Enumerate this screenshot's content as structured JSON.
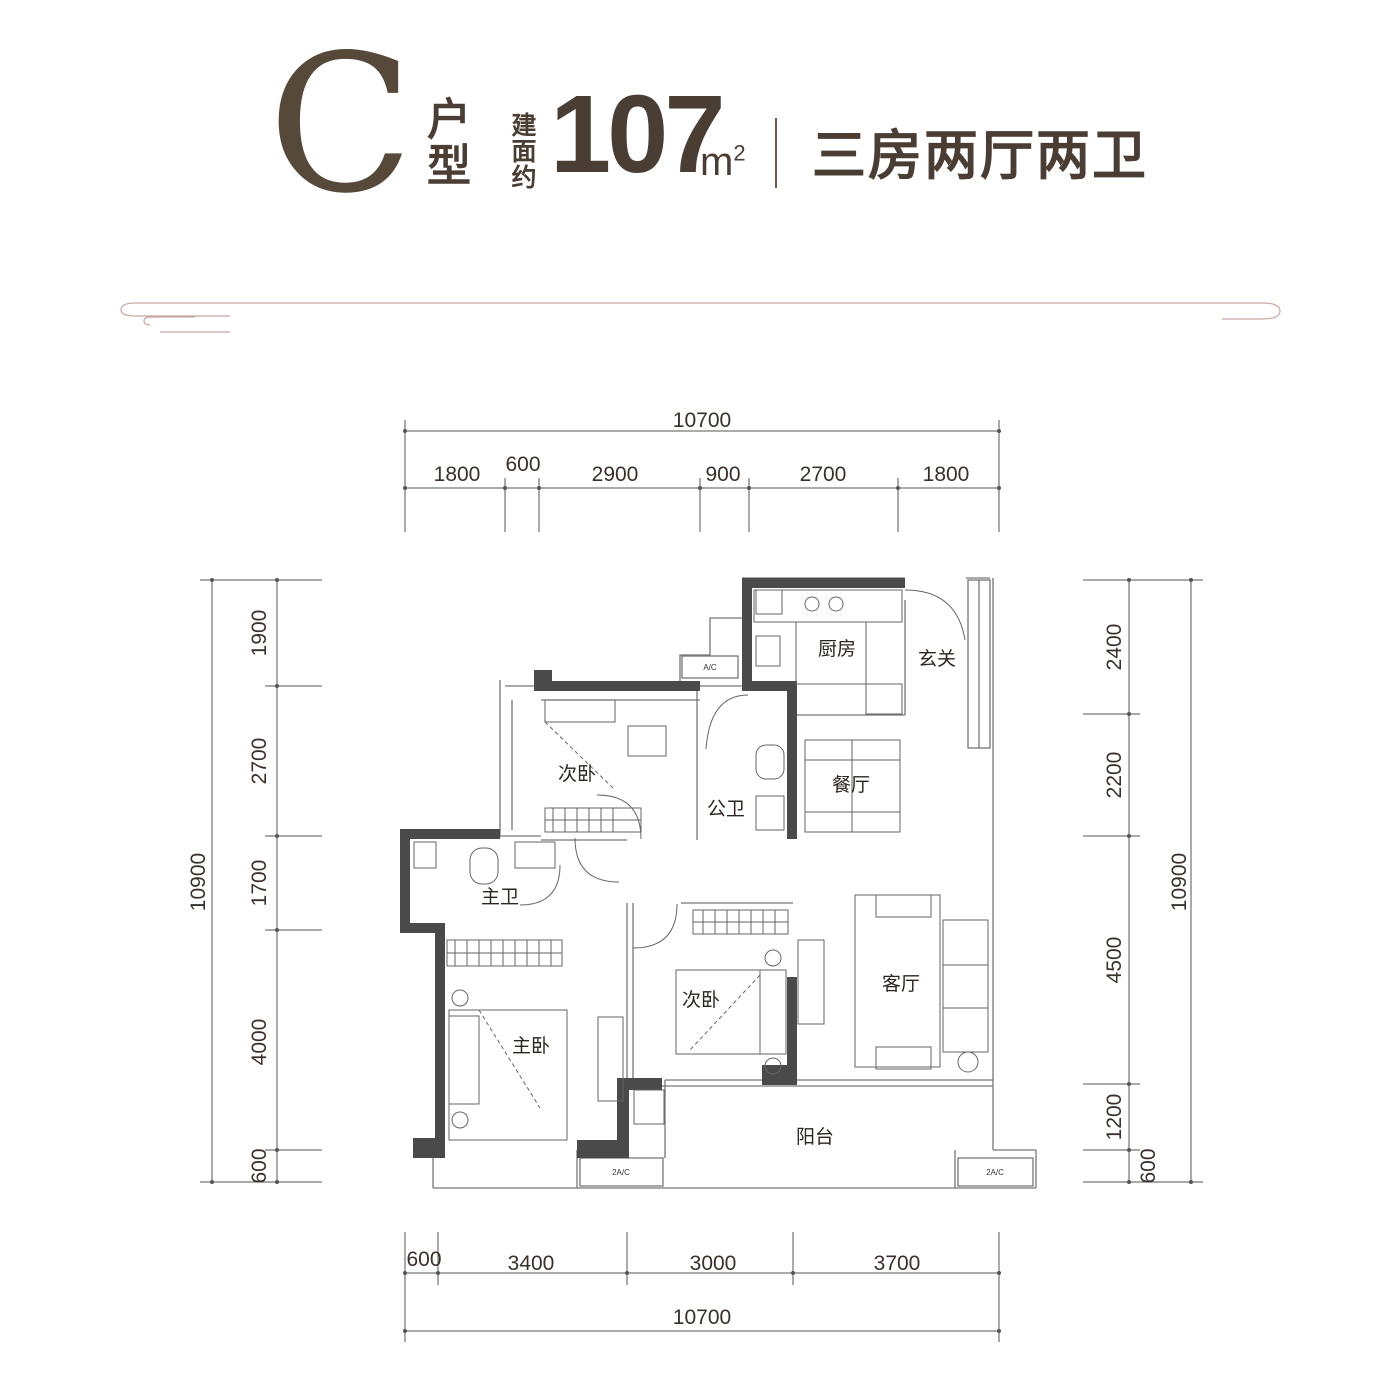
{
  "header": {
    "type_letter": "C",
    "type_label": "户型",
    "area_label": "建面约",
    "area_number": "107",
    "area_unit": "m",
    "area_unit_sup": "2",
    "layout_title": "三房两厅两卫"
  },
  "dimensions": {
    "top_total": "10700",
    "top_segments": [
      "1800",
      "600",
      "2900",
      "900",
      "2700",
      "1800"
    ],
    "left_total": "10900",
    "left_segments": [
      "1900",
      "2700",
      "1700",
      "4000",
      "600"
    ],
    "right_total": "10900",
    "right_segments": [
      "2400",
      "2200",
      "4500",
      "1200",
      "600"
    ],
    "bottom_segments": [
      "600",
      "3400",
      "3000",
      "3700"
    ],
    "bottom_total": "10700"
  },
  "rooms": {
    "kitchen": "厨房",
    "foyer": "玄关",
    "bedroom_2_north": "次卧",
    "public_bath": "公卫",
    "dining": "餐厅",
    "master_bath": "主卫",
    "master_bedroom": "主卧",
    "bedroom_2_south": "次卧",
    "living_room": "客厅",
    "balcony": "阳台"
  },
  "ac_labels": {
    "ac_kitchen": "A/C",
    "ac_balcony_left": "2A/C",
    "ac_balcony_right": "2A/C"
  },
  "colors": {
    "accent": "#564939",
    "wall": "#4a4a4a",
    "ornament_line": "#c9a8a4"
  }
}
